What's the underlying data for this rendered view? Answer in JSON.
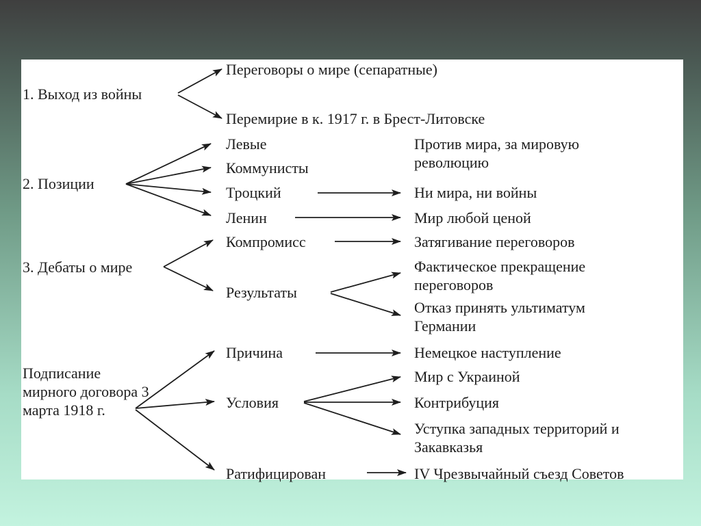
{
  "sections": {
    "exit": {
      "label": "1. Выход из войны",
      "items": [
        "Переговоры о мире (сепаратные)",
        "Перемирие в к. 1917 г. в Брест-Литовске"
      ]
    },
    "positions": {
      "label": "2. Позиции",
      "items": [
        "Левые",
        "Коммунисты",
        "Троцкий",
        "Ленин"
      ],
      "outcomes": [
        "Против мира, за мировую революцию",
        "Ни мира, ни войны",
        "Мир любой ценой"
      ]
    },
    "debates": {
      "label": "3. Дебаты о мире",
      "items": [
        "Компромисс",
        "Результаты"
      ],
      "outcomes": [
        "Затягивание переговоров",
        "Фактическое прекращение переговоров",
        "Отказ принять ультиматум Германии"
      ]
    },
    "signing": {
      "label": "Подписание мирного договора 3 марта 1918 г.",
      "items": [
        "Причина",
        "Условия",
        "Ратифицирован"
      ],
      "outcomes": [
        "Немецкое наступление",
        "Мир с Украиной",
        "Контрибуция",
        "Уступка западных территорий и Закавказья",
        "IV Чрезвычайный съезд Советов"
      ]
    }
  },
  "colors": {
    "ink": "#1e1e1e",
    "panel": "#ffffff",
    "bg_top": "#3f3f3f",
    "bg_bottom": "#c3f3df"
  }
}
